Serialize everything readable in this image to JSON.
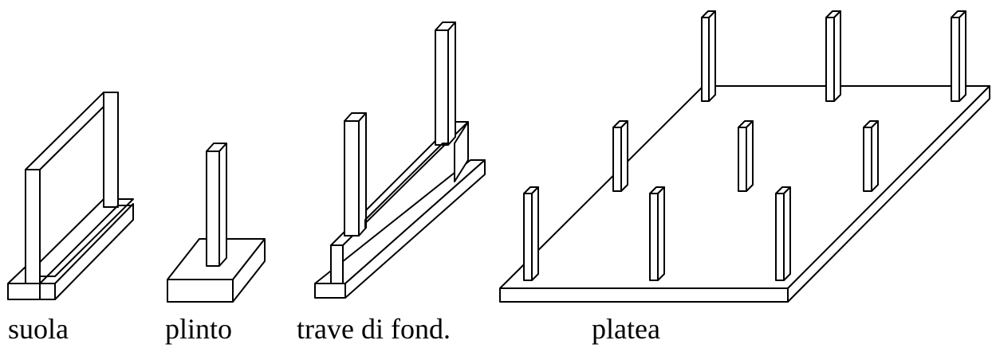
{
  "labels": {
    "suola": "suola",
    "plinto": "plinto",
    "trave": "trave di fond.",
    "platea": "platea"
  },
  "colors": {
    "stroke": "#000000",
    "background": "#ffffff"
  }
}
